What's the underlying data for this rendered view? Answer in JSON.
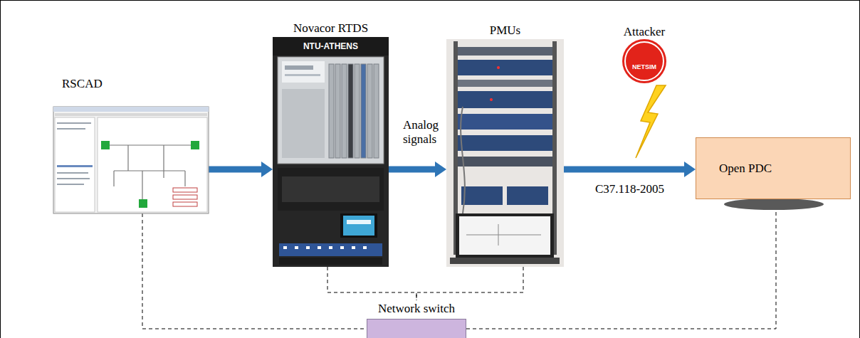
{
  "diagram": {
    "nodes": [
      {
        "text": [
          "RSCAD"
        ]
      },
      {
        "text": [
          "Novacor RTDS"
        ]
      },
      {
        "text": [
          "PMUs"
        ]
      },
      {
        "text": [
          "Attacker"
        ]
      },
      {
        "text": [
          "Open PDC"
        ]
      },
      {
        "text": [
          "Network switch"
        ]
      }
    ],
    "edges": [
      {
        "from": 0,
        "to": 1,
        "arrow": "to"
      },
      {
        "from": 1,
        "to": 2,
        "label": "Analog signals",
        "arrow": "to"
      },
      {
        "from": 2,
        "to": 4,
        "label": "C37.118-2005",
        "arrow": "to"
      },
      {
        "from": 0,
        "to": 5,
        "arrow": "none"
      },
      {
        "from": 1,
        "to": 5,
        "arrow": "none"
      },
      {
        "from": 2,
        "to": 5,
        "arrow": "none"
      },
      {
        "from": 4,
        "to": 5,
        "arrow": "none"
      }
    ],
    "labels": [
      "NTU-ATHENS",
      "NETSIM"
    ]
  }
}
